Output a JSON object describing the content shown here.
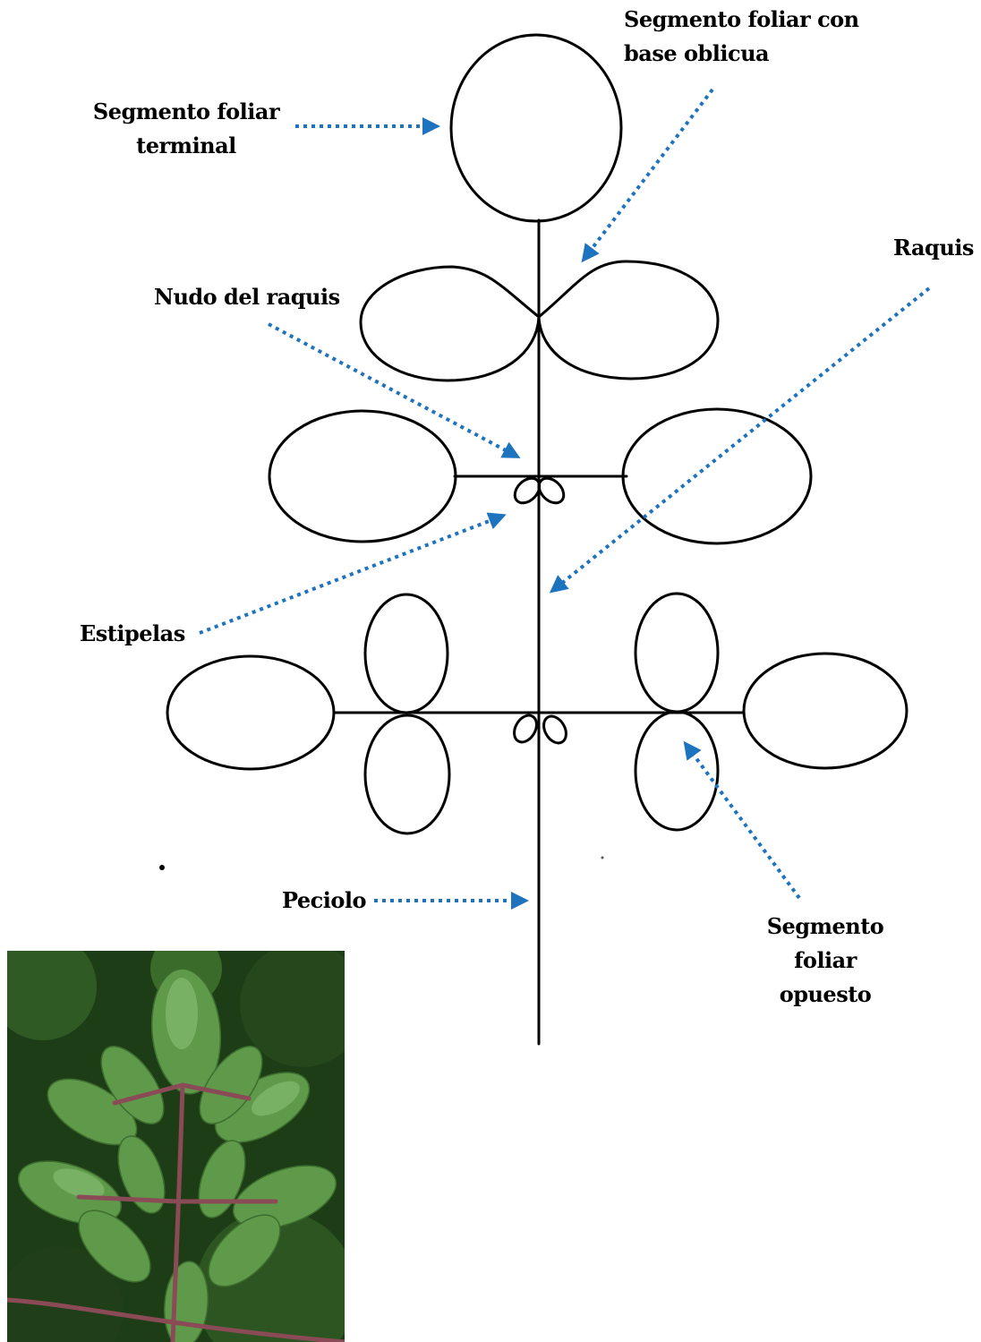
{
  "labels": {
    "segmento_oblicuo": [
      "Segmento foliar con",
      "base oblicua"
    ],
    "segmento_terminal": [
      "Segmento foliar",
      "terminal"
    ],
    "raquis": "Raquis",
    "nudo_raquis": "Nudo del raquis",
    "estipelas": "Estipelas",
    "peciolo": "Peciolo",
    "segmento_opuesto": [
      "Segmento",
      "foliar",
      "opuesto"
    ]
  },
  "colors": {
    "arrow": "#1e73be",
    "line": "#000000",
    "foliage_dark": "#1d3d17",
    "foliage_mid": "#4f8a3c",
    "leaf_light": "#8cc47a",
    "stem": "#8a4a56"
  },
  "icons": {
    "arrow": "dotted-arrow-icon",
    "photo": "plant-photo"
  }
}
